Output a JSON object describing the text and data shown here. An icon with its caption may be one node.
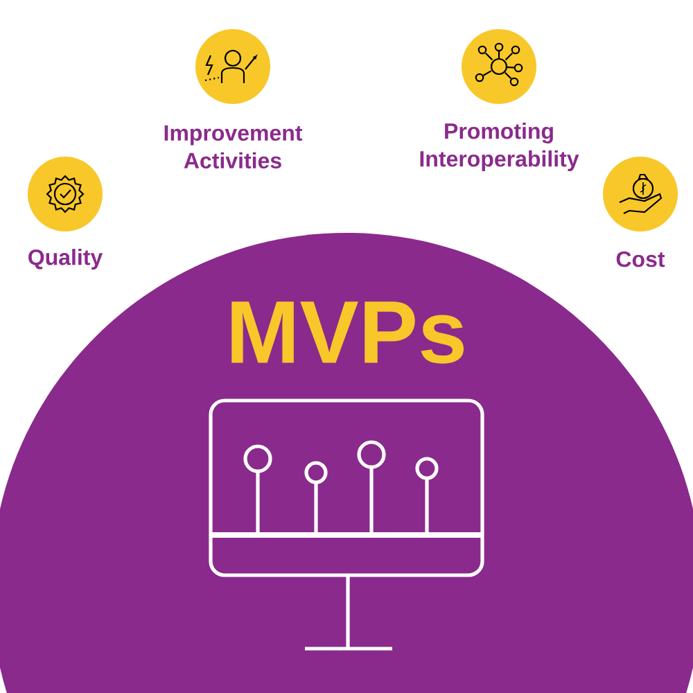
{
  "diagram": {
    "nodes": [
      {
        "text": [
          "Improvement Activities"
        ]
      },
      {
        "text": [
          "Promoting Interoperability"
        ]
      },
      {
        "text": [
          "Quality"
        ]
      },
      {
        "text": [
          "Cost"
        ]
      },
      {
        "text": [
          "MVPs"
        ]
      }
    ]
  }
}
